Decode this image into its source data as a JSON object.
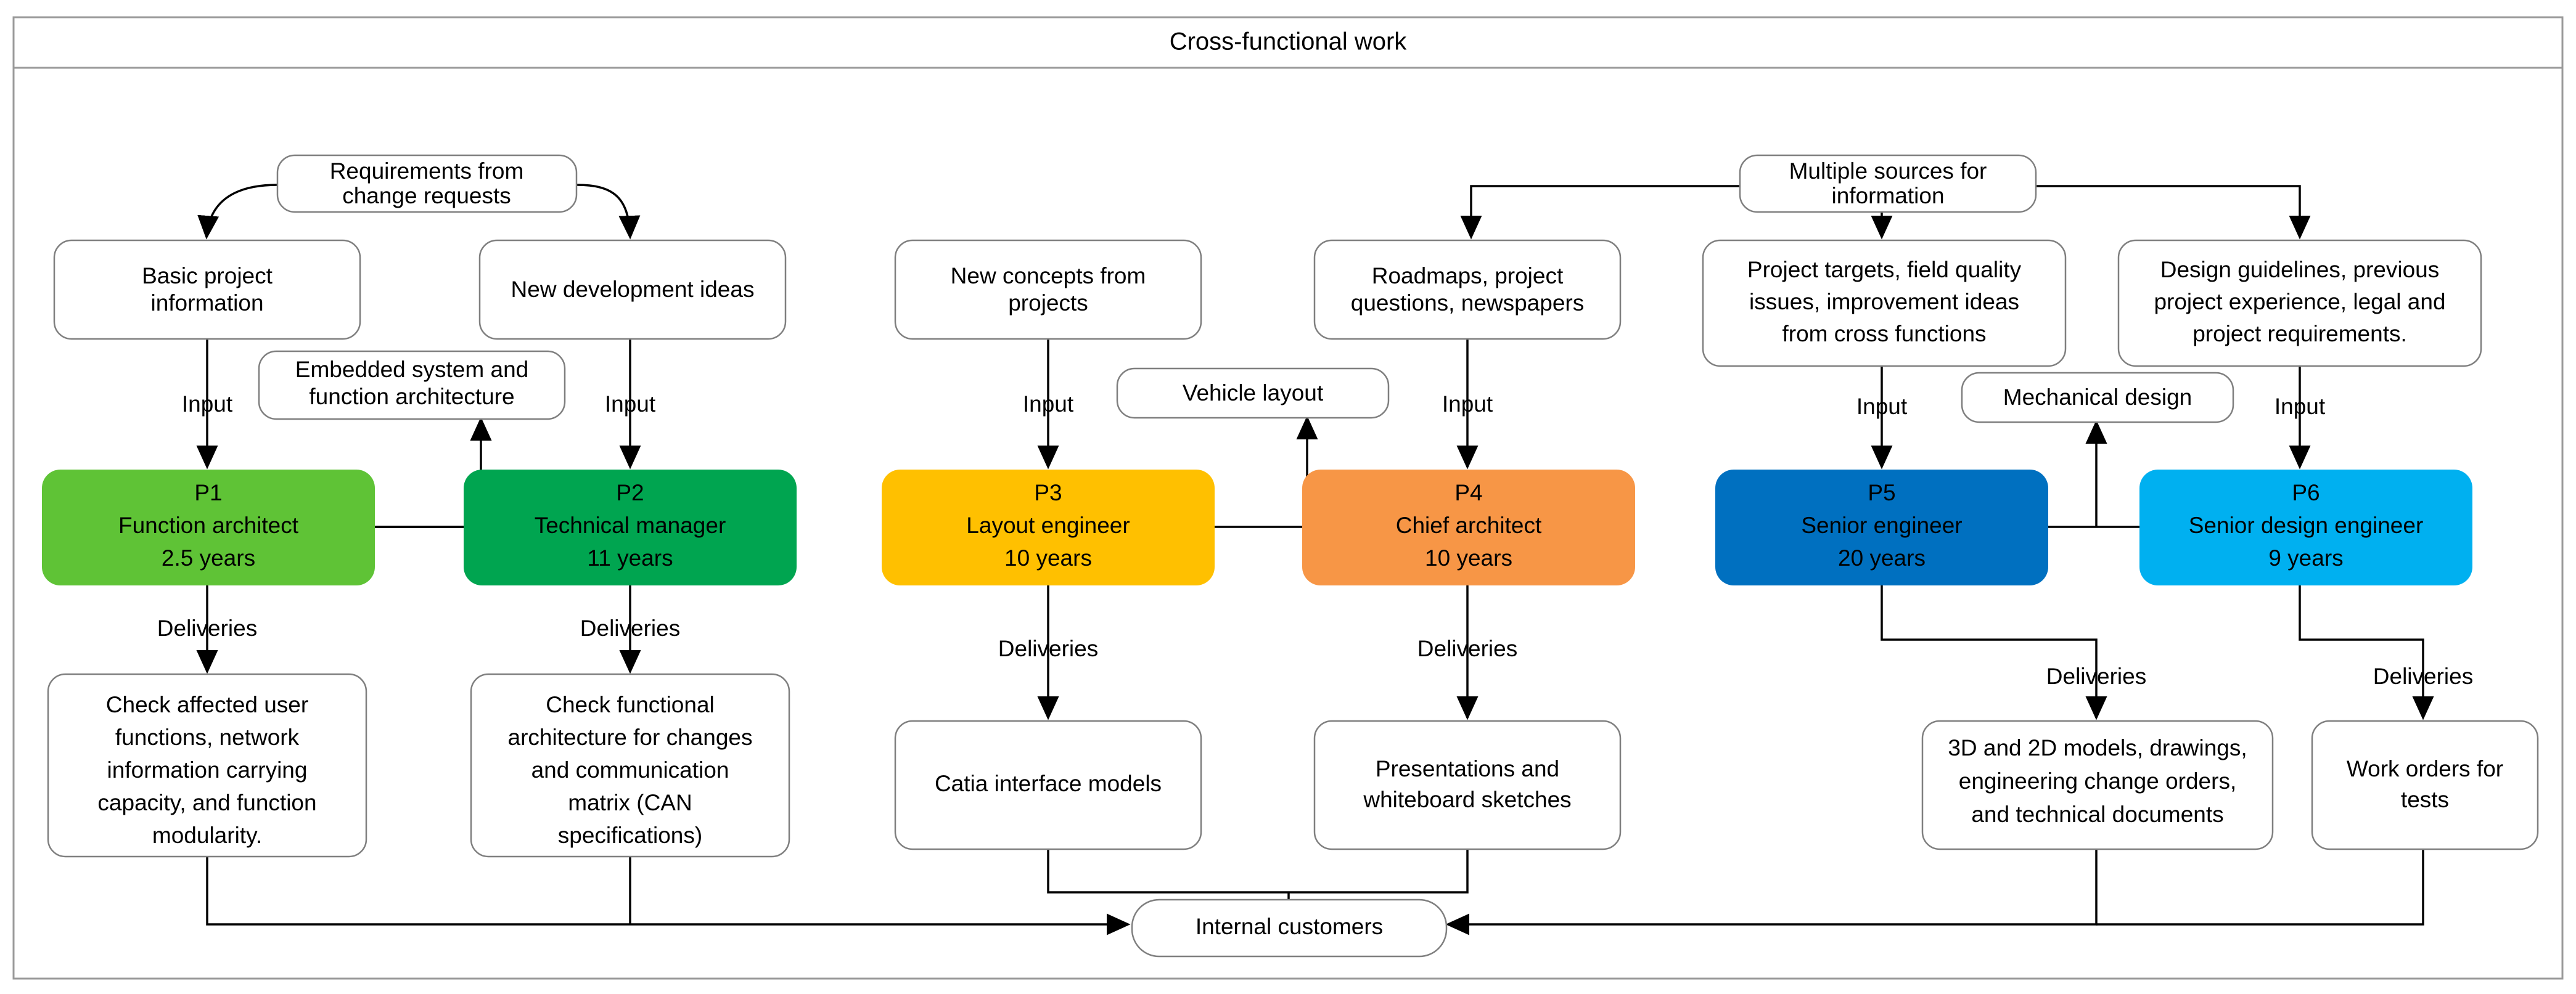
{
  "header": {
    "title": "Cross-functional work"
  },
  "groups": [
    {
      "id": "group-1",
      "shared_source": "Requirements from change requests",
      "processes": [
        {
          "code": "P1",
          "role": "Function architect",
          "experience": "2.5 years",
          "color": "#5FC336",
          "input_box": "Basic project information",
          "input_label": "Input",
          "delivery_label": "Deliveries",
          "delivery_box": "Check affected user functions, network information carrying capacity, and function modularity."
        },
        {
          "code": "P2",
          "role": "Technical manager",
          "experience": "11 years",
          "color": "#00A550",
          "input_box": "New development ideas",
          "input_label": "Input",
          "delivery_label": "Deliveries",
          "delivery_box": "Check functional architecture for changes and communication matrix (CAN specifications)"
        }
      ],
      "interchange_box": "Embedded system and function architecture"
    },
    {
      "id": "group-2",
      "shared_source": null,
      "processes": [
        {
          "code": "P3",
          "role": "Layout engineer",
          "experience": "10 years",
          "color": "#FFC000",
          "input_box": "New concepts from projects",
          "input_label": "Input",
          "delivery_label": "Deliveries",
          "delivery_box": "Catia interface models"
        },
        {
          "code": "P4",
          "role": "Chief architect",
          "experience": "10 years",
          "color": "#F79646",
          "input_box": "Roadmaps, project questions, newspapers",
          "input_label": "Input",
          "delivery_label": "Deliveries",
          "delivery_box": "Presentations and whiteboard sketches"
        }
      ],
      "interchange_box": "Vehicle layout"
    },
    {
      "id": "group-3",
      "shared_source": "Multiple sources for information",
      "processes": [
        {
          "code": "P5",
          "role": "Senior engineer",
          "experience": "20 years",
          "color": "#0070C0",
          "input_box": "Project targets, field quality issues, improvement ideas from cross functions",
          "input_label": "Input",
          "delivery_label": "Deliveries",
          "delivery_box": "3D and 2D models, drawings, engineering change orders, and technical documents"
        },
        {
          "code": "P6",
          "role": "Senior design engineer",
          "experience": "9 years",
          "color": "#00B0F0",
          "input_box": "Design guidelines, previous project experience, legal and project requirements.",
          "input_label": "Input",
          "delivery_label": "Deliveries",
          "delivery_box": "Work orders for tests"
        }
      ],
      "interchange_box": "Mechanical design"
    }
  ],
  "sink": {
    "label": "Internal customers"
  },
  "text": {
    "requirements_change_requests_l1": "Requirements from",
    "requirements_change_requests_l2": "change requests",
    "basic_project_info_l1": "Basic project",
    "basic_project_info_l2": "information",
    "new_development_ideas": "New development ideas",
    "embedded_system_l1": "Embedded system and",
    "embedded_system_l2": "function architecture",
    "p1_code": "P1",
    "p1_role": "Function architect",
    "p1_exp": "2.5 years",
    "p2_code": "P2",
    "p2_role": "Technical manager",
    "p2_exp": "11 years",
    "input_1": "Input",
    "input_2": "Input",
    "deliveries_1": "Deliveries",
    "deliveries_2": "Deliveries",
    "p1_out_l1": "Check affected user",
    "p1_out_l2": "functions, network",
    "p1_out_l3": "information carrying",
    "p1_out_l4": "capacity, and function",
    "p1_out_l5": "modularity.",
    "p2_out_l1": "Check functional",
    "p2_out_l2": "architecture for changes",
    "p2_out_l3": "and communication",
    "p2_out_l4": "matrix (CAN",
    "p2_out_l5": "specifications)",
    "new_concepts_l1": "New concepts from",
    "new_concepts_l2": "projects",
    "vehicle_layout": "Vehicle layout",
    "roadmaps_l1": "Roadmaps, project",
    "roadmaps_l2": "questions, newspapers",
    "p3_code": "P3",
    "p3_role": "Layout engineer",
    "p3_exp": "10 years",
    "p4_code": "P4",
    "p4_role": "Chief architect",
    "p4_exp": "10 years",
    "input_3": "Input",
    "input_4": "Input",
    "deliveries_3": "Deliveries",
    "deliveries_4": "Deliveries",
    "p3_out": "Catia interface models",
    "p4_out_l1": "Presentations and",
    "p4_out_l2": "whiteboard sketches",
    "multiple_sources_l1": "Multiple sources for",
    "multiple_sources_l2": "information",
    "project_targets_l1": "Project targets, field quality",
    "project_targets_l2": "issues, improvement ideas",
    "project_targets_l3": "from cross functions",
    "design_guidelines_l1": "Design guidelines, previous",
    "design_guidelines_l2": "project experience, legal and",
    "design_guidelines_l3": "project requirements.",
    "mechanical_design": "Mechanical design",
    "p5_code": "P5",
    "p5_role": "Senior engineer",
    "p5_exp": "20 years",
    "p6_code": "P6",
    "p6_role": "Senior design engineer",
    "p6_exp": "9 years",
    "input_5": "Input",
    "input_6": "Input",
    "deliveries_5": "Deliveries",
    "deliveries_6": "Deliveries",
    "p5_out_l1": "3D and 2D models, drawings,",
    "p5_out_l2": "engineering change orders,",
    "p5_out_l3": "and technical documents",
    "p6_out_l1": "Work orders for",
    "p6_out_l2": "tests",
    "internal_customers": "Internal customers",
    "title": "Cross-functional work"
  },
  "colors": {
    "p1": "#5FC336",
    "p2": "#00A550",
    "p3": "#FFC000",
    "p4": "#F79646",
    "p5": "#0070C0",
    "p6": "#00B0F0",
    "box_stroke": "#7f7f7f",
    "connector": "#000000",
    "background": "#ffffff"
  }
}
